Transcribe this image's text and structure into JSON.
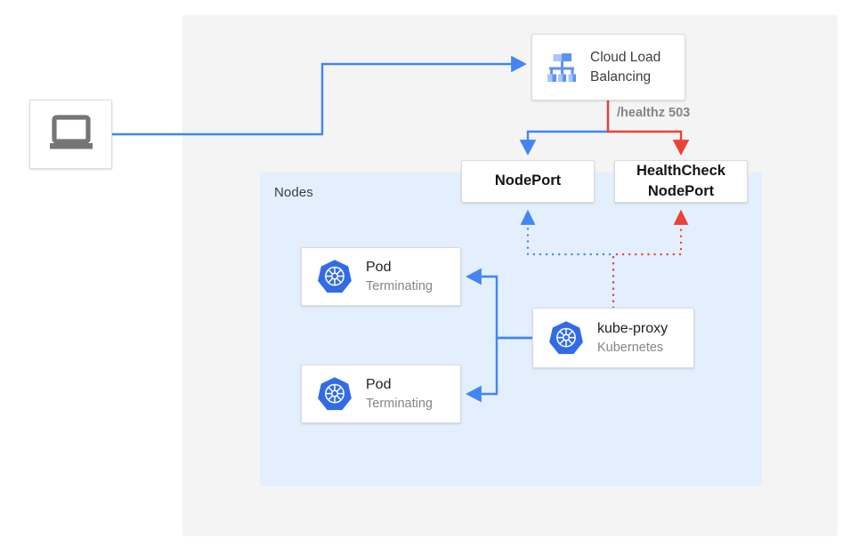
{
  "diagram": {
    "title": "Kubernetes NodePort health check diagram",
    "colors": {
      "blue": "#4285f4",
      "red": "#ea4335",
      "panel_gray": "#f4f4f4",
      "panel_blue": "#e3effd",
      "k8s_blue": "#326ce5",
      "icon_gray": "#757575",
      "text_dark": "#202124",
      "text_muted": "#80868b"
    },
    "groups": {
      "nodes_label": "Nodes"
    },
    "nodes": {
      "client": {
        "icon": "laptop-icon"
      },
      "cloud_load_balancing": {
        "icon": "cloud-load-balancing-icon",
        "title_line1": "Cloud Load",
        "title_line2": "Balancing"
      },
      "nodeport": {
        "label": "NodePort"
      },
      "healthcheck_nodeport": {
        "label_line1": "HealthCheck",
        "label_line2": "NodePort"
      },
      "pod1": {
        "icon": "kubernetes-icon",
        "title": "Pod",
        "subtitle": "Terminating"
      },
      "pod2": {
        "icon": "kubernetes-icon",
        "title": "Pod",
        "subtitle": "Terminating"
      },
      "kube_proxy": {
        "icon": "kubernetes-icon",
        "title": "kube-proxy",
        "subtitle": "Kubernetes"
      }
    },
    "edges": {
      "healthz_label": "/healthz 503"
    }
  }
}
